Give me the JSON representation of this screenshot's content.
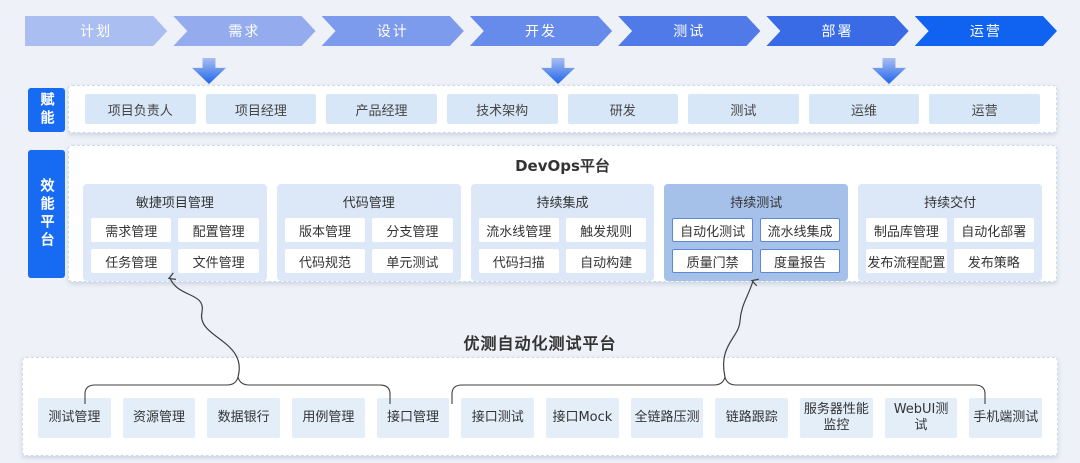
{
  "colors": {
    "accent_blue": "#176bf3",
    "highlight_group_bg": "#a6c1e9",
    "highlight_item_border": "#5f87d2",
    "down_arrow_gradient": [
      "#a9bdf2",
      "#1f66ea"
    ]
  },
  "process_flow": {
    "stages": [
      {
        "label": "计划",
        "color": "#abbef2"
      },
      {
        "label": "需求",
        "color": "#94acee"
      },
      {
        "label": "设计",
        "color": "#7d9bec"
      },
      {
        "label": "开发",
        "color": "#668bea"
      },
      {
        "label": "测试",
        "color": "#4f7ae7"
      },
      {
        "label": "部署",
        "color": "#386be5"
      },
      {
        "label": "运营",
        "color": "#1063f0"
      }
    ],
    "down_arrows_under": [
      "需求",
      "开发",
      "部署"
    ]
  },
  "empower": {
    "label": "赋能",
    "roles": [
      "项目负责人",
      "项目经理",
      "产品经理",
      "技术架构",
      "研发",
      "测试",
      "运维",
      "运营"
    ]
  },
  "devops": {
    "label": "效能平台",
    "title": "DevOps平台",
    "groups": [
      {
        "name": "敏捷项目管理",
        "highlighted": false,
        "items": [
          "需求管理",
          "配置管理",
          "任务管理",
          "文件管理"
        ]
      },
      {
        "name": "代码管理",
        "highlighted": false,
        "items": [
          "版本管理",
          "分支管理",
          "代码规范",
          "单元测试"
        ]
      },
      {
        "name": "持续集成",
        "highlighted": false,
        "items": [
          "流水线管理",
          "触发规则",
          "代码扫描",
          "自动构建"
        ]
      },
      {
        "name": "持续测试",
        "highlighted": true,
        "items": [
          "自动化测试",
          "流水线集成",
          "质量门禁",
          "度量报告"
        ]
      },
      {
        "name": "持续交付",
        "highlighted": false,
        "items": [
          "制品库管理",
          "自动化部署",
          "发布流程配置",
          "发布策略"
        ]
      }
    ]
  },
  "utest": {
    "title": "优测自动化测试平台",
    "items": [
      "测试管理",
      "资源管理",
      "数据银行",
      "用例管理",
      "接口管理",
      "接口测试",
      "接口Mock",
      "全链路压测",
      "链路跟踪",
      "服务器性能监控",
      "WebUI测试",
      "手机端测试"
    ]
  }
}
